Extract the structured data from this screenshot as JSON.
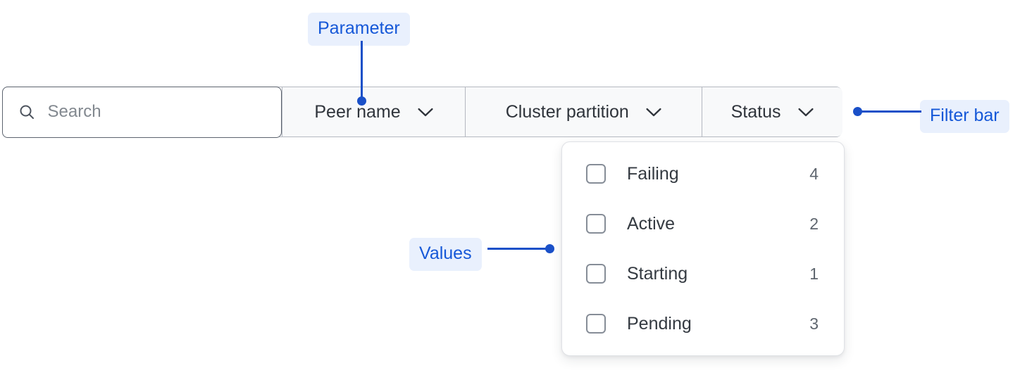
{
  "filter_bar": {
    "search": {
      "icon": "search-icon",
      "placeholder": "Search",
      "value": ""
    },
    "segments": [
      {
        "label": "Peer name",
        "icon": "chevron-down-icon"
      },
      {
        "label": "Cluster partition",
        "icon": "chevron-down-icon"
      },
      {
        "label": "Status",
        "icon": "chevron-down-icon"
      }
    ]
  },
  "status_dropdown": {
    "options": [
      {
        "label": "Failing",
        "count": "4",
        "checked": false
      },
      {
        "label": "Active",
        "count": "2",
        "checked": false
      },
      {
        "label": "Starting",
        "count": "1",
        "checked": false
      },
      {
        "label": "Pending",
        "count": "3",
        "checked": false
      }
    ]
  },
  "annotations": {
    "parameter": "Parameter",
    "values": "Values",
    "filter_bar": "Filter bar",
    "accent_color": "#1a50c8",
    "chip_bg_color": "#e9f0fd",
    "chip_text_color": "#1658d8"
  }
}
